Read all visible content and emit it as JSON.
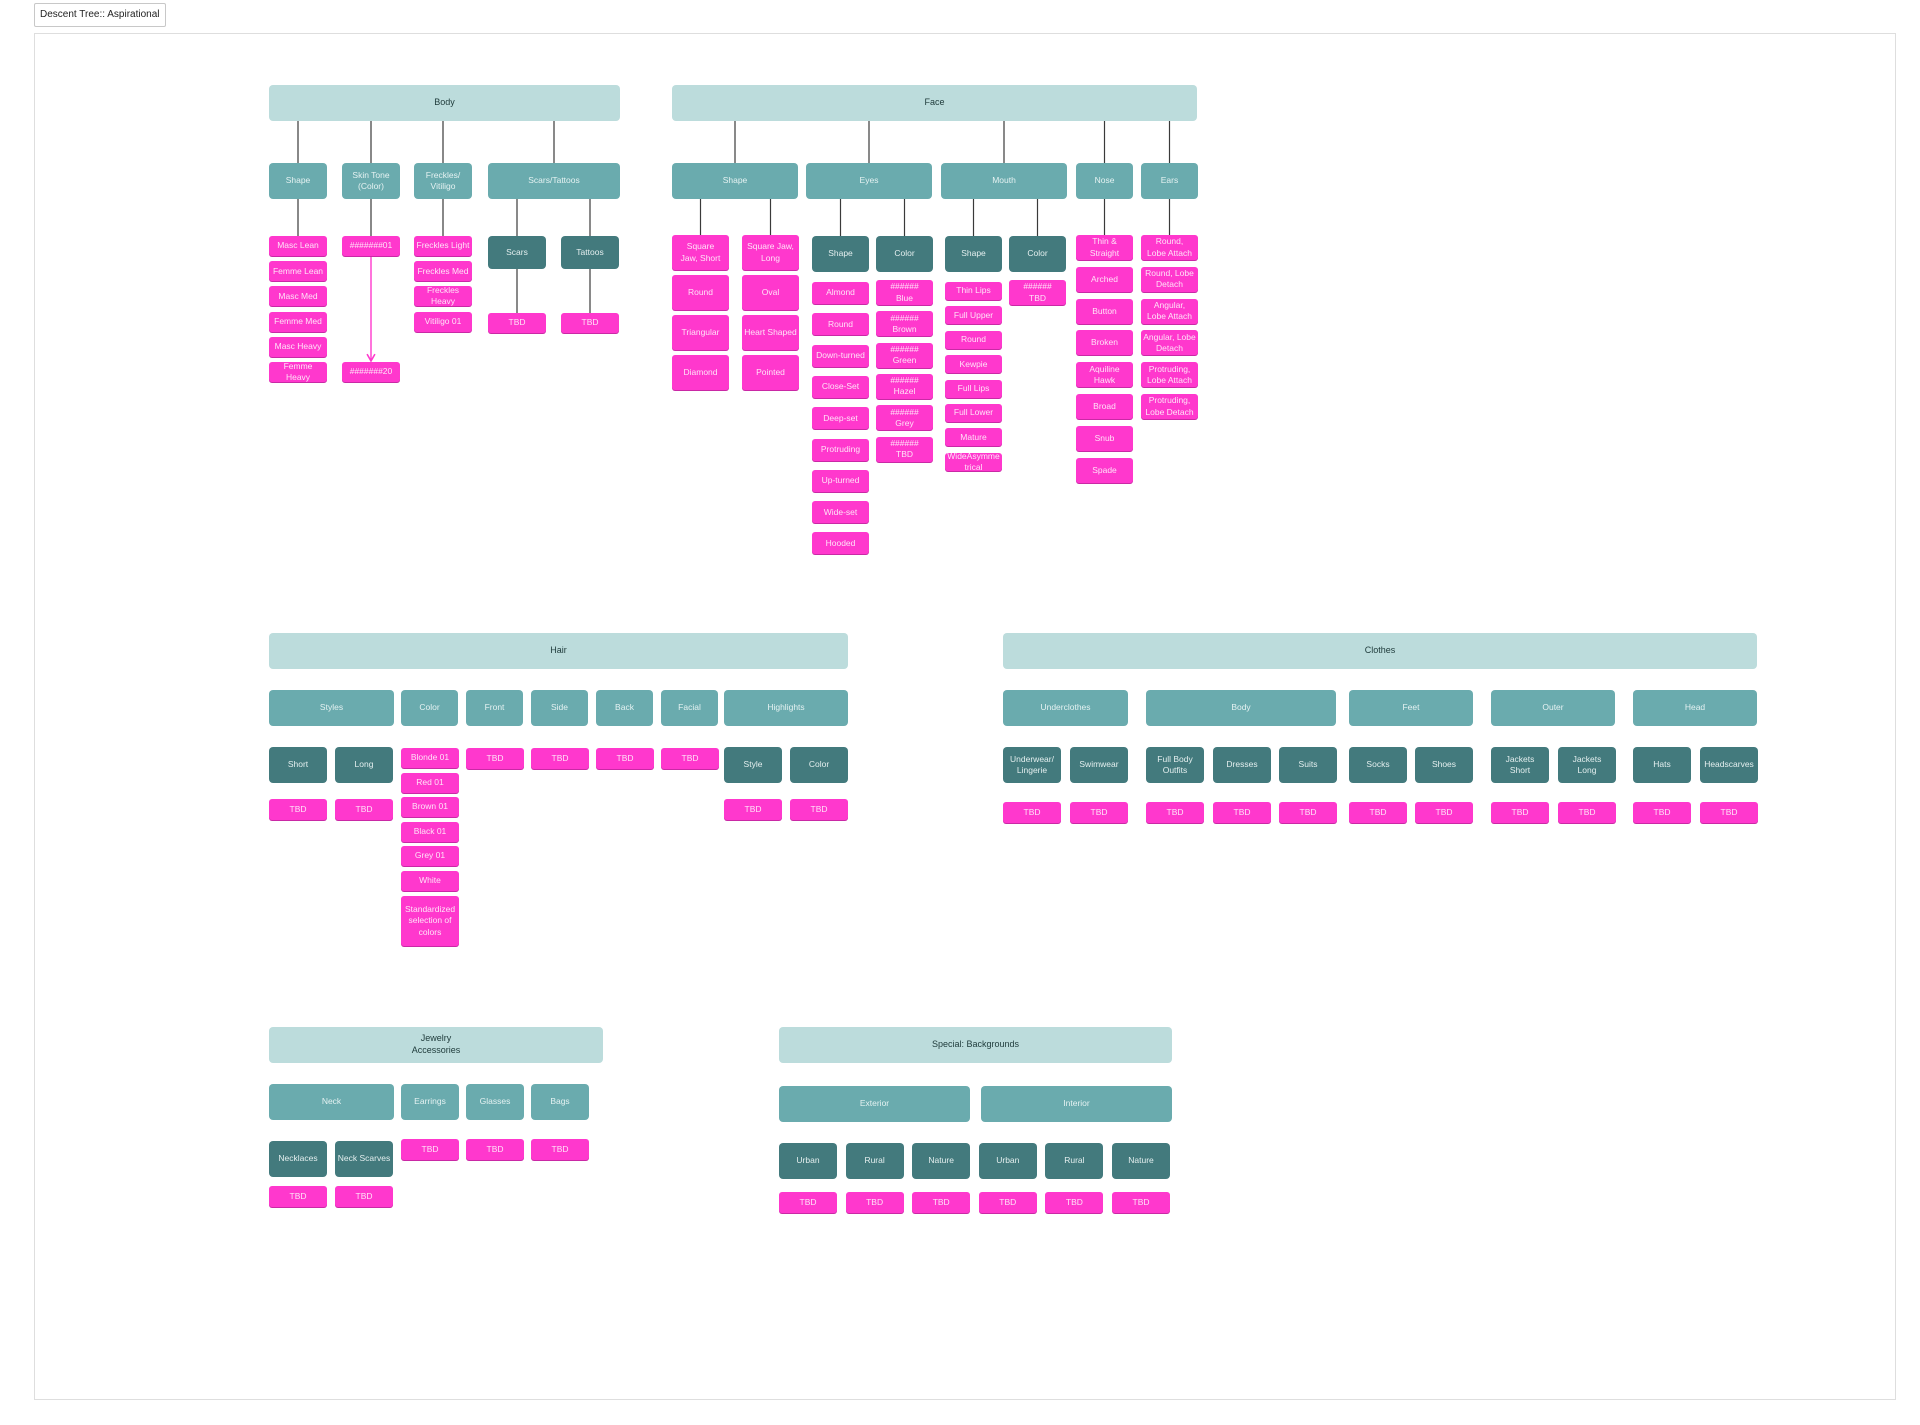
{
  "frame": {
    "title": "Descent Tree:: Aspirational"
  },
  "colors": {
    "group": "#bcdcdc",
    "category": "#6aabae",
    "subcategory": "#437a7d",
    "option": "#ff38cd",
    "connector": "#3a3a3a"
  },
  "nodes": [
    {
      "id": "body",
      "label": "Body",
      "level": "l0"
    },
    {
      "id": "body-shape",
      "label": "Shape",
      "level": "l1",
      "parent": "body"
    },
    {
      "id": "body-skin",
      "label": "Skin Tone\n(Color)",
      "level": "l1",
      "parent": "body"
    },
    {
      "id": "body-freckles",
      "label": "Freckles/\nVitiligo",
      "level": "l1",
      "parent": "body"
    },
    {
      "id": "body-scars",
      "label": "Scars/Tattoos",
      "level": "l1",
      "parent": "body"
    },
    {
      "id": "bs-1",
      "label": "Masc Lean",
      "level": "lf",
      "parent": "body-shape"
    },
    {
      "id": "bs-2",
      "label": "Femme Lean",
      "level": "lf"
    },
    {
      "id": "bs-3",
      "label": "Masc Med",
      "level": "lf"
    },
    {
      "id": "bs-4",
      "label": "Femme Med",
      "level": "lf"
    },
    {
      "id": "bs-5",
      "label": "Masc Heavy",
      "level": "lf"
    },
    {
      "id": "bs-6",
      "label": "Femme Heavy",
      "level": "lf"
    },
    {
      "id": "sk-1",
      "label": "#######01",
      "level": "lf",
      "parent": "body-skin"
    },
    {
      "id": "sk-20",
      "label": "#######20",
      "level": "lf",
      "parent": "sk-1",
      "arrow": true
    },
    {
      "id": "fr-1",
      "label": "Freckles Light",
      "level": "lf",
      "parent": "body-freckles"
    },
    {
      "id": "fr-2",
      "label": "Freckles Med",
      "level": "lf"
    },
    {
      "id": "fr-3",
      "label": "Freckles\nHeavy",
      "level": "lf"
    },
    {
      "id": "fr-4",
      "label": "Vitiligo 01",
      "level": "lf"
    },
    {
      "id": "scars",
      "label": "Scars",
      "level": "l2",
      "parent": "body-scars"
    },
    {
      "id": "tattoos",
      "label": "Tattoos",
      "level": "l2",
      "parent": "body-scars"
    },
    {
      "id": "scars-tbd",
      "label": "TBD",
      "level": "lf",
      "parent": "scars"
    },
    {
      "id": "tattoos-tbd",
      "label": "TBD",
      "level": "lf",
      "parent": "tattoos"
    },
    {
      "id": "face",
      "label": "Face",
      "level": "l0"
    },
    {
      "id": "face-shape",
      "label": "Shape",
      "level": "l1",
      "parent": "face"
    },
    {
      "id": "face-eyes",
      "label": "Eyes",
      "level": "l1",
      "parent": "face"
    },
    {
      "id": "face-mouth",
      "label": "Mouth",
      "level": "l1",
      "parent": "face"
    },
    {
      "id": "face-nose",
      "label": "Nose",
      "level": "l1",
      "parent": "face"
    },
    {
      "id": "face-ears",
      "label": "Ears",
      "level": "l1",
      "parent": "face"
    },
    {
      "id": "fs-1",
      "label": "Square\nJaw, Short",
      "level": "lf",
      "parent": "face-shape"
    },
    {
      "id": "fs-2",
      "label": "Round",
      "level": "lf"
    },
    {
      "id": "fs-3",
      "label": "Triangular",
      "level": "lf"
    },
    {
      "id": "fs-4",
      "label": "Diamond",
      "level": "lf"
    },
    {
      "id": "fs-5",
      "label": "Square Jaw,\nLong",
      "level": "lf",
      "parent": "face-shape"
    },
    {
      "id": "fs-6",
      "label": "Oval",
      "level": "lf"
    },
    {
      "id": "fs-7",
      "label": "Heart Shaped",
      "level": "lf"
    },
    {
      "id": "fs-8",
      "label": "Pointed",
      "level": "lf"
    },
    {
      "id": "eyes-shape",
      "label": "Shape",
      "level": "l2",
      "parent": "face-eyes"
    },
    {
      "id": "eyes-color",
      "label": "Color",
      "level": "l2",
      "parent": "face-eyes"
    },
    {
      "id": "es-1",
      "label": "Almond",
      "level": "lf"
    },
    {
      "id": "es-2",
      "label": "Round",
      "level": "lf"
    },
    {
      "id": "es-3",
      "label": "Down-turned",
      "level": "lf"
    },
    {
      "id": "es-4",
      "label": "Close-Set",
      "level": "lf"
    },
    {
      "id": "es-5",
      "label": "Deep-set",
      "level": "lf"
    },
    {
      "id": "es-6",
      "label": "Protruding",
      "level": "lf"
    },
    {
      "id": "es-7",
      "label": "Up-turned",
      "level": "lf"
    },
    {
      "id": "es-8",
      "label": "Wide-set",
      "level": "lf"
    },
    {
      "id": "es-9",
      "label": "Hooded",
      "level": "lf"
    },
    {
      "id": "ec-1",
      "label": "######\nBlue",
      "level": "lf"
    },
    {
      "id": "ec-2",
      "label": "######\nBrown",
      "level": "lf"
    },
    {
      "id": "ec-3",
      "label": "######\nGreen",
      "level": "lf"
    },
    {
      "id": "ec-4",
      "label": "######\nHazel",
      "level": "lf"
    },
    {
      "id": "ec-5",
      "label": "######\nGrey",
      "level": "lf"
    },
    {
      "id": "ec-6",
      "label": "######\nTBD",
      "level": "lf"
    },
    {
      "id": "mouth-shape",
      "label": "Shape",
      "level": "l2",
      "parent": "face-mouth"
    },
    {
      "id": "mouth-color",
      "label": "Color",
      "level": "l2",
      "parent": "face-mouth"
    },
    {
      "id": "ms-1",
      "label": "Thin Lips",
      "level": "lf"
    },
    {
      "id": "ms-2",
      "label": "Full Upper",
      "level": "lf"
    },
    {
      "id": "ms-3",
      "label": "Round",
      "level": "lf"
    },
    {
      "id": "ms-4",
      "label": "Kewpie",
      "level": "lf"
    },
    {
      "id": "ms-5",
      "label": "Full Lips",
      "level": "lf"
    },
    {
      "id": "ms-6",
      "label": "Full Lower",
      "level": "lf"
    },
    {
      "id": "ms-7",
      "label": "Mature",
      "level": "lf"
    },
    {
      "id": "ms-8",
      "label": "WideAsymme\ntrical",
      "level": "lf"
    },
    {
      "id": "mc-1",
      "label": "######\nTBD",
      "level": "lf"
    },
    {
      "id": "ns-1",
      "label": "Thin &\nStraight",
      "level": "lf",
      "parent": "face-nose"
    },
    {
      "id": "ns-2",
      "label": "Arched",
      "level": "lf"
    },
    {
      "id": "ns-3",
      "label": "Button",
      "level": "lf"
    },
    {
      "id": "ns-4",
      "label": "Broken",
      "level": "lf"
    },
    {
      "id": "ns-5",
      "label": "Aquiline\nHawk",
      "level": "lf"
    },
    {
      "id": "ns-6",
      "label": "Broad",
      "level": "lf"
    },
    {
      "id": "ns-7",
      "label": "Snub",
      "level": "lf"
    },
    {
      "id": "ns-8",
      "label": "Spade",
      "level": "lf"
    },
    {
      "id": "ea-1",
      "label": "Round,\nLobe Attach",
      "level": "lf",
      "parent": "face-ears"
    },
    {
      "id": "ea-2",
      "label": "Round, Lobe\nDetach",
      "level": "lf"
    },
    {
      "id": "ea-3",
      "label": "Angular,\nLobe Attach",
      "level": "lf"
    },
    {
      "id": "ea-4",
      "label": "Angular, Lobe\nDetach",
      "level": "lf"
    },
    {
      "id": "ea-5",
      "label": "Protruding,\nLobe Attach",
      "level": "lf"
    },
    {
      "id": "ea-6",
      "label": "Protruding,\nLobe Detach",
      "level": "lf"
    },
    {
      "id": "hair",
      "label": "Hair",
      "level": "l0"
    },
    {
      "id": "hair-styles",
      "label": "Styles",
      "level": "l1"
    },
    {
      "id": "hair-color",
      "label": "Color",
      "level": "l1"
    },
    {
      "id": "hair-front",
      "label": "Front",
      "level": "l1"
    },
    {
      "id": "hair-side",
      "label": "Side",
      "level": "l1"
    },
    {
      "id": "hair-back",
      "label": "Back",
      "level": "l1"
    },
    {
      "id": "hair-facial",
      "label": "Facial",
      "level": "l1"
    },
    {
      "id": "hair-highlights",
      "label": "Highlights",
      "level": "l1"
    },
    {
      "id": "hs-short",
      "label": "Short",
      "level": "l2"
    },
    {
      "id": "hs-long",
      "label": "Long",
      "level": "l2"
    },
    {
      "id": "hs-short-tbd",
      "label": "TBD",
      "level": "lf"
    },
    {
      "id": "hs-long-tbd",
      "label": "TBD",
      "level": "lf"
    },
    {
      "id": "hc-1",
      "label": "Blonde 01",
      "level": "lf"
    },
    {
      "id": "hc-2",
      "label": "Red 01",
      "level": "lf"
    },
    {
      "id": "hc-3",
      "label": "Brown 01",
      "level": "lf"
    },
    {
      "id": "hc-4",
      "label": "Black 01",
      "level": "lf"
    },
    {
      "id": "hc-5",
      "label": "Grey 01",
      "level": "lf"
    },
    {
      "id": "hc-6",
      "label": "White",
      "level": "lf"
    },
    {
      "id": "hc-7",
      "label": "Standardized\nselection of\ncolors",
      "level": "lf"
    },
    {
      "id": "hf-tbd",
      "label": "TBD",
      "level": "lf"
    },
    {
      "id": "hsd-tbd",
      "label": "TBD",
      "level": "lf"
    },
    {
      "id": "hb-tbd",
      "label": "TBD",
      "level": "lf"
    },
    {
      "id": "hfc-tbd",
      "label": "TBD",
      "level": "lf"
    },
    {
      "id": "hh-style",
      "label": "Style",
      "level": "l2"
    },
    {
      "id": "hh-color",
      "label": "Color",
      "level": "l2"
    },
    {
      "id": "hh-style-tbd",
      "label": "TBD",
      "level": "lf"
    },
    {
      "id": "hh-color-tbd",
      "label": "TBD",
      "level": "lf"
    },
    {
      "id": "clothes",
      "label": "Clothes",
      "level": "l0"
    },
    {
      "id": "cl-under",
      "label": "Underclothes",
      "level": "l1"
    },
    {
      "id": "cl-body",
      "label": "Body",
      "level": "l1"
    },
    {
      "id": "cl-feet",
      "label": "Feet",
      "level": "l1"
    },
    {
      "id": "cl-outer",
      "label": "Outer",
      "level": "l1"
    },
    {
      "id": "cl-head",
      "label": "Head",
      "level": "l1"
    },
    {
      "id": "cu-1",
      "label": "Underwear/\nLingerie",
      "level": "l2"
    },
    {
      "id": "cu-2",
      "label": "Swimwear",
      "level": "l2"
    },
    {
      "id": "cb-1",
      "label": "Full Body\nOutfits",
      "level": "l2"
    },
    {
      "id": "cb-2",
      "label": "Dresses",
      "level": "l2"
    },
    {
      "id": "cb-3",
      "label": "Suits",
      "level": "l2"
    },
    {
      "id": "cf-1",
      "label": "Socks",
      "level": "l2"
    },
    {
      "id": "cf-2",
      "label": "Shoes",
      "level": "l2"
    },
    {
      "id": "co-1",
      "label": "Jackets\nShort",
      "level": "l2"
    },
    {
      "id": "co-2",
      "label": "Jackets\nLong",
      "level": "l2"
    },
    {
      "id": "ch-1",
      "label": "Hats",
      "level": "l2"
    },
    {
      "id": "ch-2",
      "label": "Headscarves",
      "level": "l2"
    },
    {
      "id": "cu-1-tbd",
      "label": "TBD",
      "level": "lf"
    },
    {
      "id": "cu-2-tbd",
      "label": "TBD",
      "level": "lf"
    },
    {
      "id": "cb-1-tbd",
      "label": "TBD",
      "level": "lf"
    },
    {
      "id": "cb-2-tbd",
      "label": "TBD",
      "level": "lf"
    },
    {
      "id": "cb-3-tbd",
      "label": "TBD",
      "level": "lf"
    },
    {
      "id": "cf-1-tbd",
      "label": "TBD",
      "level": "lf"
    },
    {
      "id": "cf-2-tbd",
      "label": "TBD",
      "level": "lf"
    },
    {
      "id": "co-1-tbd",
      "label": "TBD",
      "level": "lf"
    },
    {
      "id": "co-2-tbd",
      "label": "TBD",
      "level": "lf"
    },
    {
      "id": "ch-1-tbd",
      "label": "TBD",
      "level": "lf"
    },
    {
      "id": "ch-2-tbd",
      "label": "TBD",
      "level": "lf"
    },
    {
      "id": "jewelry",
      "label": "Jewelry\nAccessories",
      "level": "l0"
    },
    {
      "id": "jw-neck",
      "label": "Neck",
      "level": "l1"
    },
    {
      "id": "jw-earrings",
      "label": "Earrings",
      "level": "l1"
    },
    {
      "id": "jw-glasses",
      "label": "Glasses",
      "level": "l1"
    },
    {
      "id": "jw-bags",
      "label": "Bags",
      "level": "l1"
    },
    {
      "id": "jn-1",
      "label": "Necklaces",
      "level": "l2"
    },
    {
      "id": "jn-2",
      "label": "Neck Scarves",
      "level": "l2"
    },
    {
      "id": "je-tbd",
      "label": "TBD",
      "level": "lf"
    },
    {
      "id": "jg-tbd",
      "label": "TBD",
      "level": "lf"
    },
    {
      "id": "jb-tbd",
      "label": "TBD",
      "level": "lf"
    },
    {
      "id": "jn-1-tbd",
      "label": "TBD",
      "level": "lf"
    },
    {
      "id": "jn-2-tbd",
      "label": "TBD",
      "level": "lf"
    },
    {
      "id": "special",
      "label": "Special: Backgrounds",
      "level": "l0"
    },
    {
      "id": "sp-ext",
      "label": "Exterior",
      "level": "l1"
    },
    {
      "id": "sp-int",
      "label": "Interior",
      "level": "l1"
    },
    {
      "id": "se-1",
      "label": "Urban",
      "level": "l2"
    },
    {
      "id": "se-2",
      "label": "Rural",
      "level": "l2"
    },
    {
      "id": "se-3",
      "label": "Nature",
      "level": "l2"
    },
    {
      "id": "si-1",
      "label": "Urban",
      "level": "l2"
    },
    {
      "id": "si-2",
      "label": "Rural",
      "level": "l2"
    },
    {
      "id": "si-3",
      "label": "Nature",
      "level": "l2"
    },
    {
      "id": "se-1-tbd",
      "label": "TBD",
      "level": "lf"
    },
    {
      "id": "se-2-tbd",
      "label": "TBD",
      "level": "lf"
    },
    {
      "id": "se-3-tbd",
      "label": "TBD",
      "level": "lf"
    },
    {
      "id": "si-1-tbd",
      "label": "TBD",
      "level": "lf"
    },
    {
      "id": "si-2-tbd",
      "label": "TBD",
      "level": "lf"
    },
    {
      "id": "si-3-tbd",
      "label": "TBD",
      "level": "lf"
    }
  ]
}
